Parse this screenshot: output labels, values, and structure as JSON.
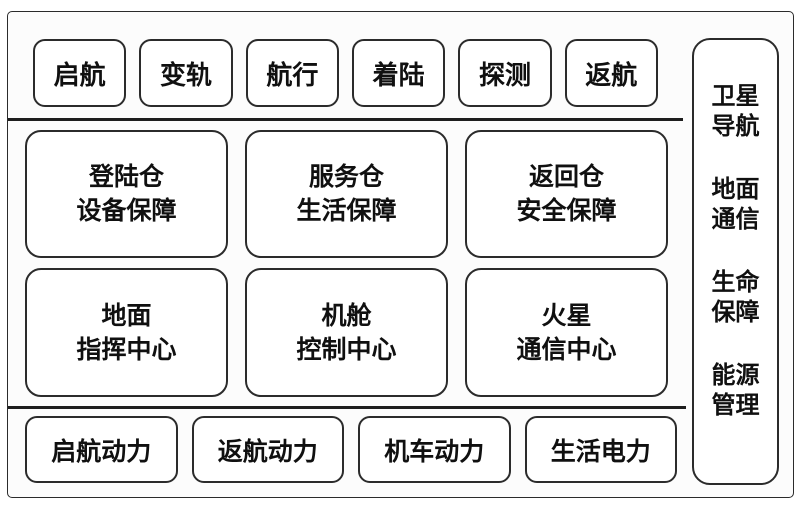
{
  "stages": [
    "启航",
    "变轨",
    "航行",
    "着陆",
    "探测",
    "返航"
  ],
  "modules": [
    {
      "line1": "登陆仓",
      "line2": "设备保障"
    },
    {
      "line1": "服务仓",
      "line2": "生活保障"
    },
    {
      "line1": "返回仓",
      "line2": "安全保障"
    }
  ],
  "centers": [
    {
      "line1": "地面",
      "line2": "指挥中心"
    },
    {
      "line1": "机舱",
      "line2": "控制中心"
    },
    {
      "line1": "火星",
      "line2": "通信中心"
    }
  ],
  "power": [
    "启航动力",
    "返航动力",
    "机车动力",
    "生活电力"
  ],
  "sidebar": [
    {
      "line1": "卫星",
      "line2": "导航"
    },
    {
      "line1": "地面",
      "line2": "通信"
    },
    {
      "line1": "生命",
      "line2": "保障"
    },
    {
      "line1": "能源",
      "line2": "管理"
    }
  ],
  "colors": {
    "border": "#2b2b2b",
    "text": "#101010",
    "divider": "#1e1e1e",
    "box_fill": "#ffffff",
    "frame_fill": "#fcfcfc"
  }
}
